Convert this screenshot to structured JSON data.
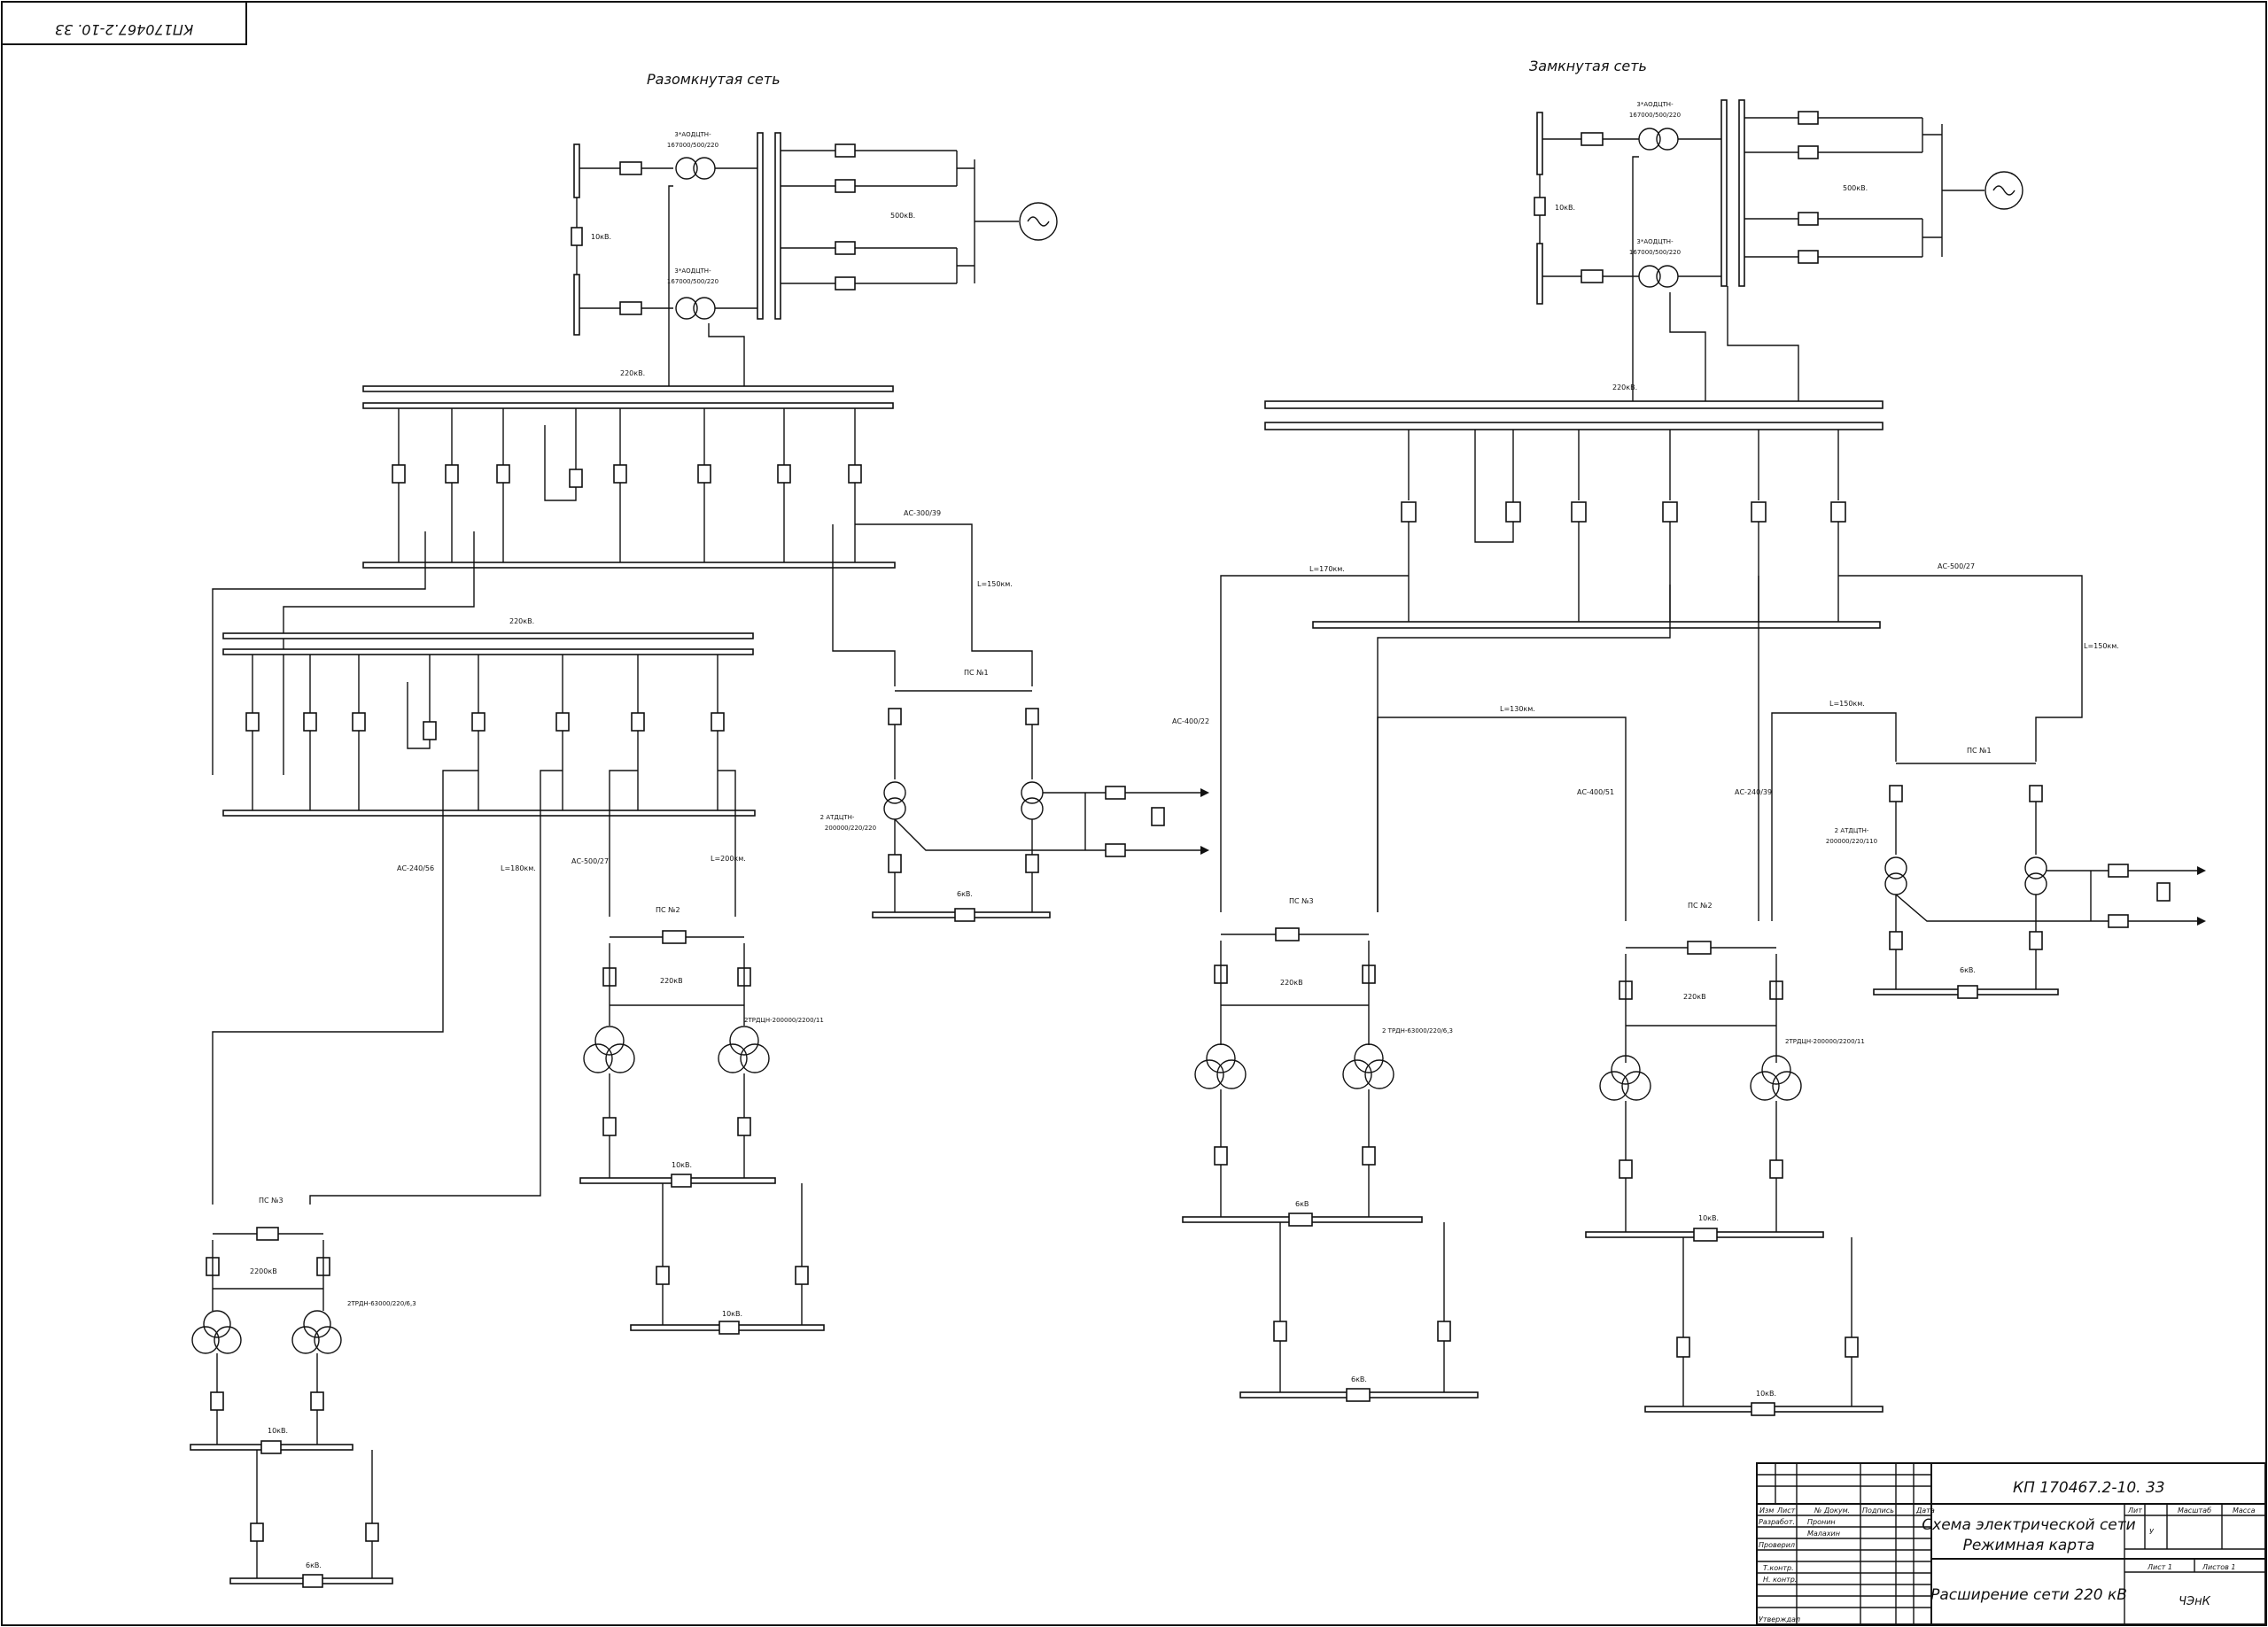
{
  "stamp": "КП170467.2-10. 33",
  "titles": {
    "open": "Разомкнутая сеть",
    "closed": "Замкнутая сеть"
  },
  "open_net": {
    "at1": [
      "3*АОДЦТН-",
      "167000/500/220"
    ],
    "at2": [
      "3*АОДЦТН-",
      "167000/500/220"
    ],
    "kv10": "10кВ.",
    "kv500": "500кВ.",
    "kv220a": "220кВ.",
    "kv220b": "220кВ.",
    "line_ac300": "АС-300/39",
    "line_l150": "L=150км.",
    "ps1": {
      "name": "ПС №1",
      "tr": [
        "2 АТДЦТН-",
        "200000/220/220"
      ],
      "kv": "6кВ."
    },
    "line_ac240": "АС-240/56",
    "line_l180": "L=180км.",
    "line_ac500": "АС-500/27",
    "line_l200": "L=200км.",
    "ps2": {
      "name": "ПС №2",
      "kv220": "220кВ",
      "tr": "2ТРДЦН-200000/2200/11",
      "kv10a": "10кВ.",
      "kv10b": "10кВ."
    },
    "ps3": {
      "name": "ПС №3",
      "kv220": "2200кВ",
      "tr": "2ТРДН-63000/220/6,3",
      "kv10": "10кВ.",
      "kv6": "6кВ."
    }
  },
  "closed_net": {
    "at1": [
      "3*АОДЦТН-",
      "167000/500/220"
    ],
    "at2": [
      "3*АОДЦТН-",
      "167000/500/220"
    ],
    "kv10": "10кВ.",
    "kv500": "500кВ.",
    "kv220": "220кВ.",
    "line_l170": "L=170км.",
    "line_ac500": "АС-500/27",
    "line_l150a": "L=150км.",
    "line_ac400_22": "АС-400/22",
    "line_l130": "L=130км.",
    "line_ac400_51": "АС-400/51",
    "line_l150b": "L=150км.",
    "line_ac240_39": "АС-240/39",
    "ps1": {
      "name": "ПС №1",
      "tr": [
        "2 АТДЦТН-",
        "200000/220/110"
      ],
      "kv": "6кВ."
    },
    "ps3": {
      "name": "ПС №3",
      "kv220": "220кВ",
      "tr": "2 ТРДН-63000/220/6,3",
      "kv6a": "6кВ",
      "kv6b": "6кВ."
    },
    "ps2": {
      "name": "ПС №2",
      "kv220": "220кВ",
      "tr": "2ТРДЦН-200000/2200/11",
      "kv10a": "10кВ.",
      "kv10b": "10кВ."
    }
  },
  "title_block": {
    "doc_code": "КП 170467.2-10. 33",
    "h_izm": "Изм",
    "h_list": "Лист",
    "h_ndoc": "№ Докум.",
    "h_podp": "Подпись",
    "h_data": "Дата",
    "r_razrab": "Разработ.",
    "r_prover": "Проверил",
    "r_tkontr": "Т.контр.",
    "r_nkontr": "Н. контр.",
    "r_utverd": "Утверждал",
    "n_razrab": "Пронин",
    "n_prover": "Малахин",
    "title1": "Схема электрической сети",
    "title2": "Режимная карта",
    "h_lit": "Лит",
    "h_massa": "Масса",
    "h_masshtab": "Масштаб",
    "lit": "У",
    "sheet": "Лист 1",
    "sheets": "Листов 1",
    "subtitle": "Расширение сети 220 кВ",
    "org": "ЧЭнК"
  }
}
